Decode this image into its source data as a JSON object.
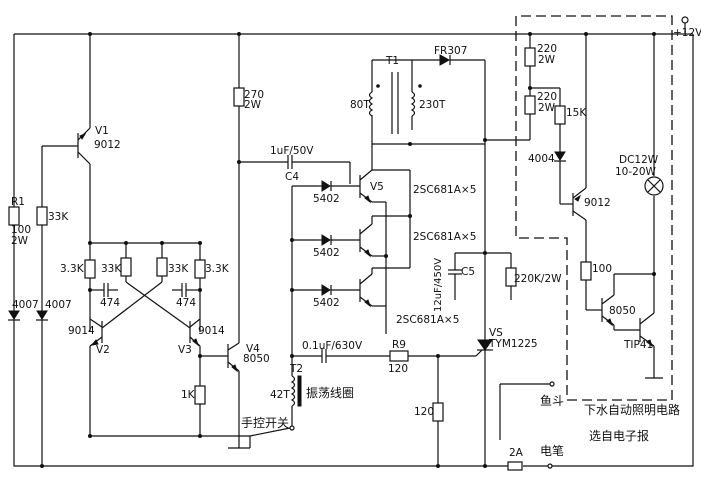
{
  "supply": "+12V",
  "resistors": {
    "r1_name": "R1",
    "r1_value": "100",
    "r1_power": "2W",
    "r_33k_left": "33K",
    "r_3_3k_a": "3.3K",
    "r_33k_a": "33K",
    "r_33k_b": "33K",
    "r_3_3k_b": "3.3K",
    "r_1k": "1K",
    "r_270": "270",
    "r_270_power": "2W",
    "r_220_a": "220",
    "r_220_a_power": "2W",
    "r_220_b": "220",
    "r_220_b_power": "2W",
    "r_15k": "15K",
    "r_100": "100",
    "r9_name": "R9",
    "r9_value": "120",
    "r_120": "120",
    "r_220k": "220K/2W"
  },
  "diodes": {
    "d_4007_a": "4007",
    "d_4007_b": "4007",
    "d_5402_a": "5402",
    "d_5402_b": "5402",
    "d_5402_c": "5402",
    "d_4004": "4004",
    "d_fr307": "FR307"
  },
  "capacitors": {
    "c_474_a": "474",
    "c_474_b": "474",
    "c4_value": "1uF/50V",
    "c4_name": "C4",
    "c_01uf": "0.1uF/630V",
    "c5_name": "C5",
    "c5_value": "12uF/450V"
  },
  "transistors": {
    "v1_name": "V1",
    "v1_type": "9012",
    "v2_type": "9014",
    "v2_name": "V2",
    "v3_name": "V3",
    "v3_type": "9014",
    "v4_name": "V4",
    "v4_type": "8050",
    "v5_name": "V5",
    "q_2sc_a": "2SC681A×5",
    "q_2sc_b": "2SC681A×5",
    "q_2sc_c": "2SC681A×5",
    "q_9012": "9012",
    "q_8050": "8050",
    "q_tip41": "TIP41"
  },
  "thyristor": {
    "name": "VS",
    "type": "TYM1225"
  },
  "transformer": {
    "name": "T1",
    "primary": "80T",
    "secondary": "230T"
  },
  "coil": {
    "name": "T2",
    "turns": "42T",
    "label": "振荡线圈"
  },
  "lamp": {
    "type": "DC12W",
    "power": "10-20W"
  },
  "fuse": "2A",
  "switch_label": "手控开关",
  "probes": {
    "bucket": "鱼斗",
    "pen": "电笔"
  },
  "notes": {
    "lighting": "下水自动照明电路",
    "source": "选自电子报"
  }
}
